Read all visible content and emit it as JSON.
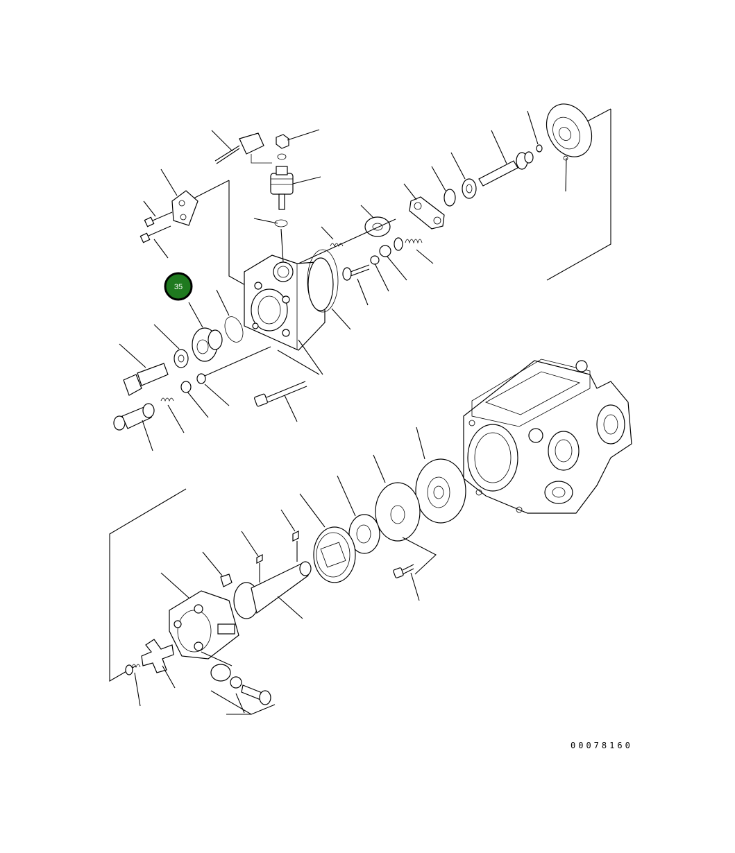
{
  "diagram": {
    "drawing_number": "00078160",
    "callouts": [
      {
        "id": "callout-35",
        "label": "35",
        "fill": "#1f7a1f",
        "border": "#000000",
        "text_color": "#ffffff"
      }
    ]
  }
}
